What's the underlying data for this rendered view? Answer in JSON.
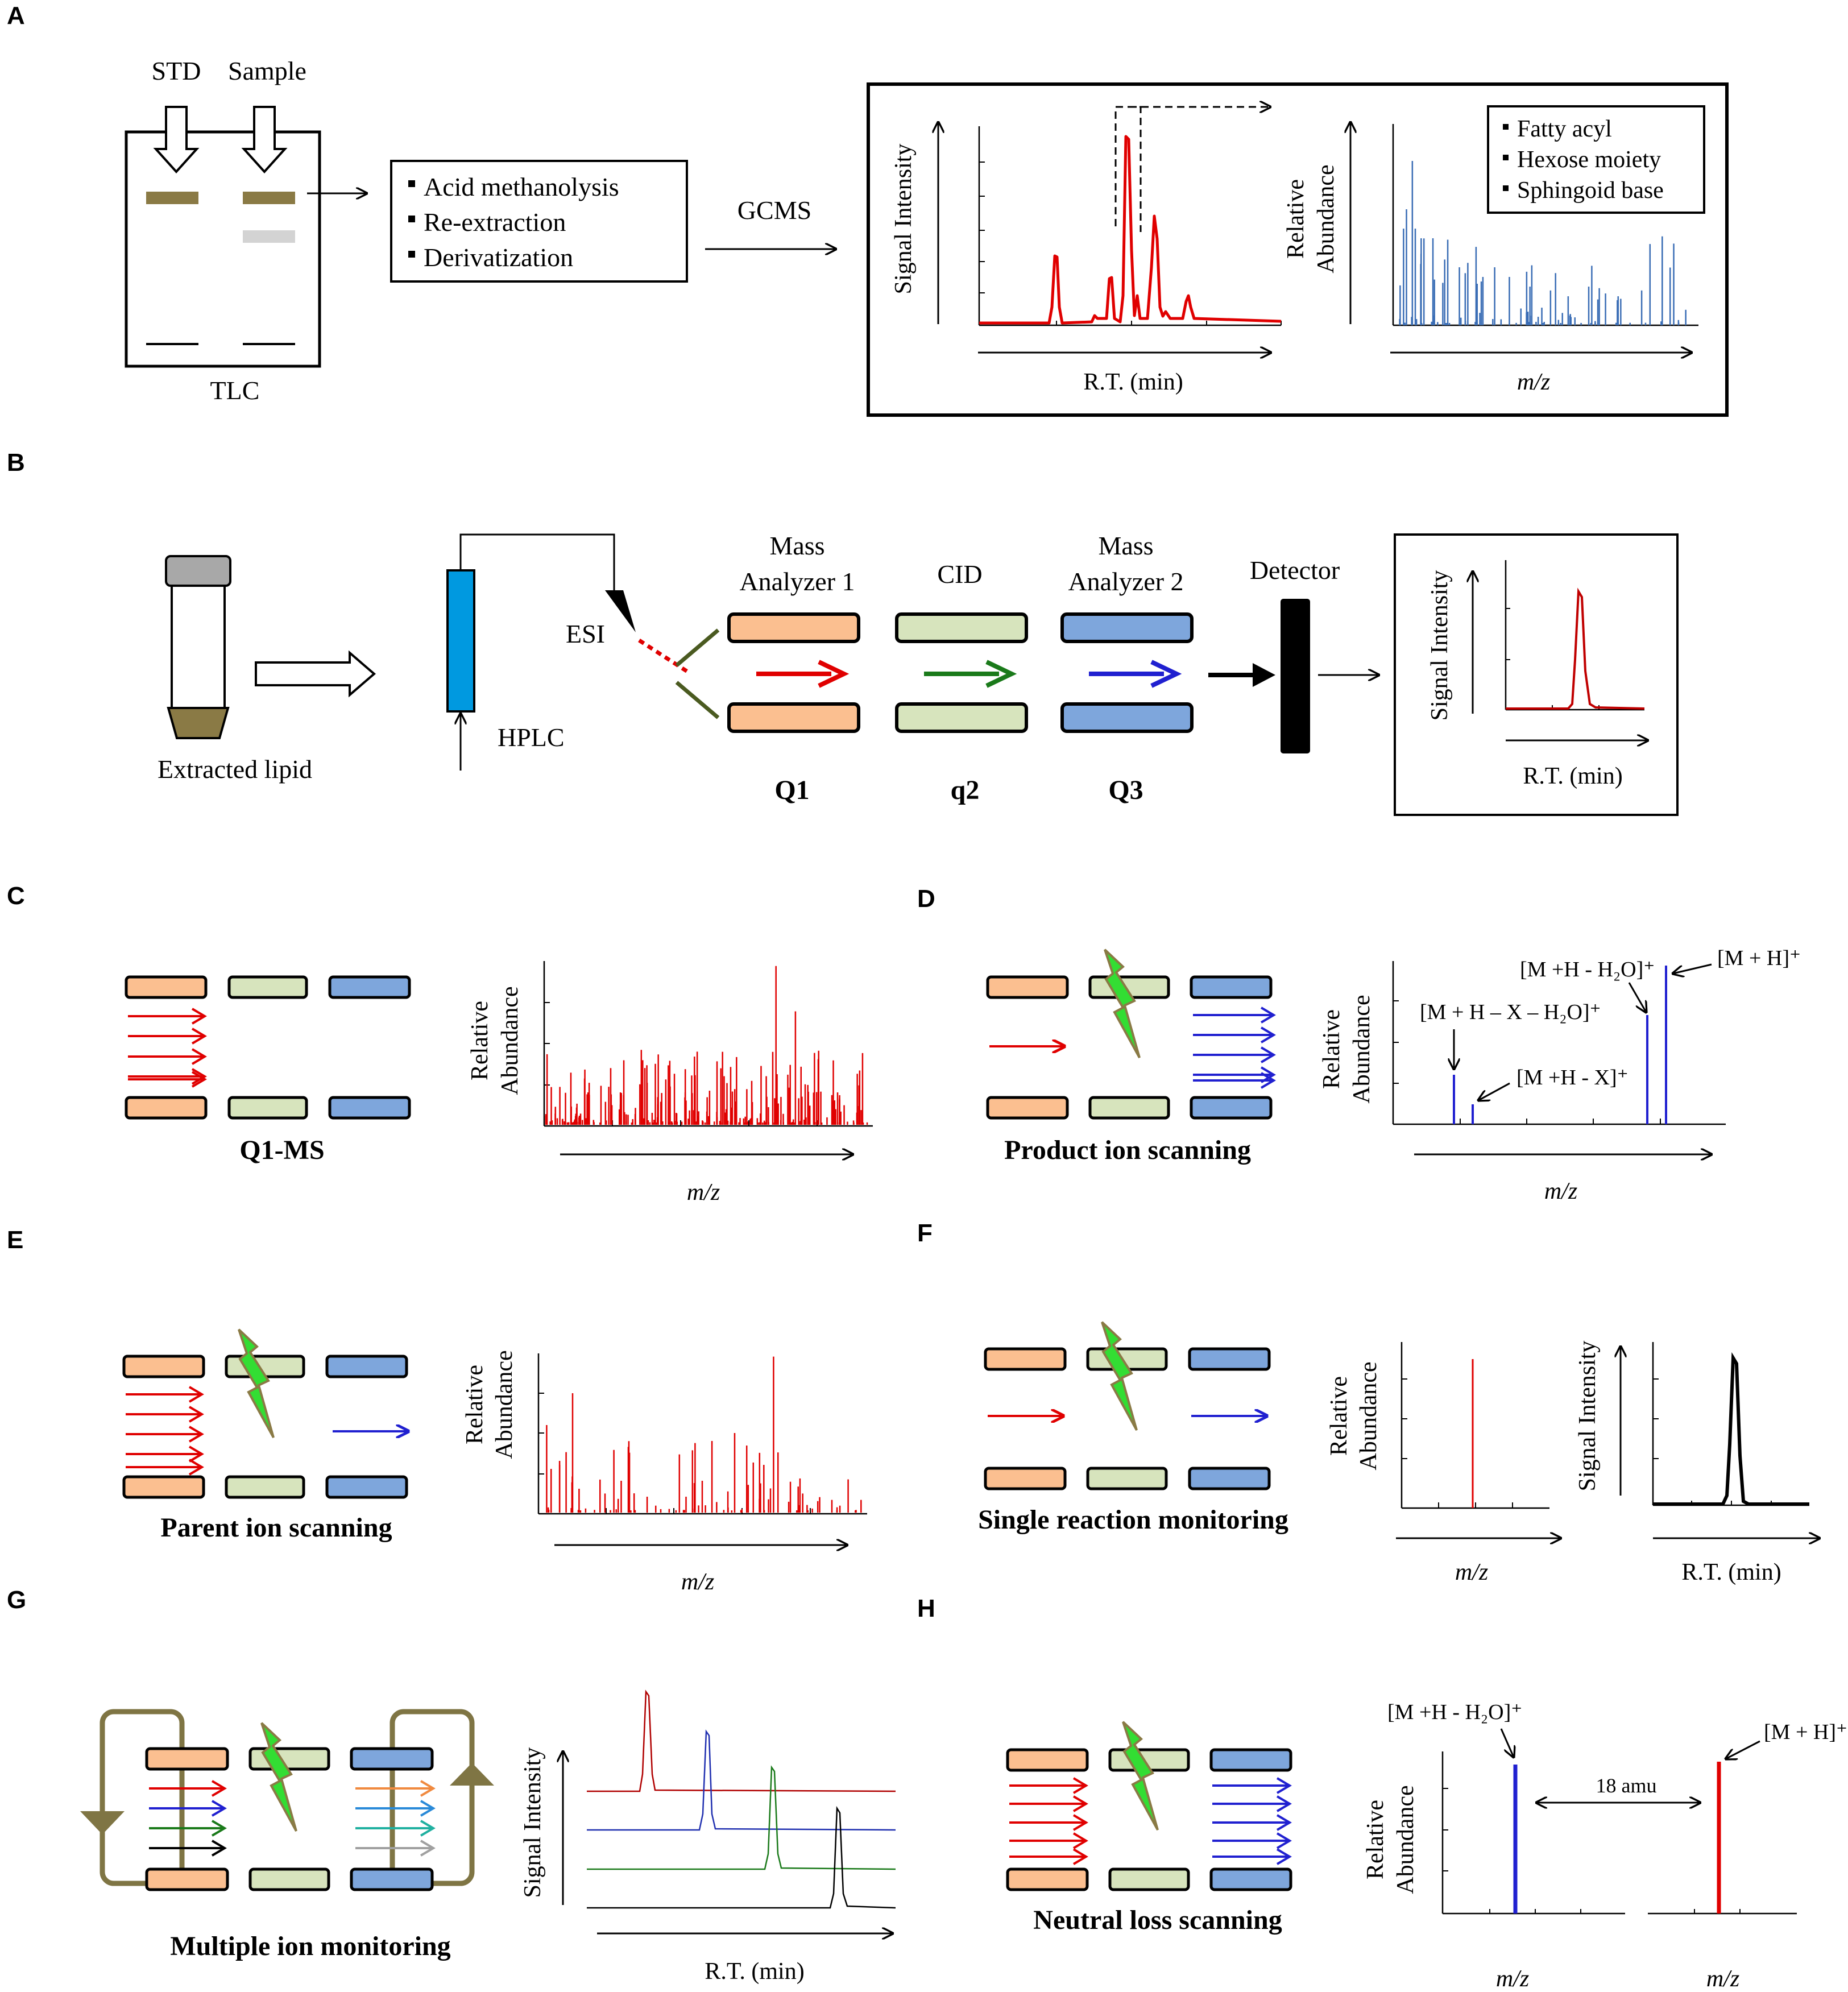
{
  "panels": {
    "A": {
      "letter": "A",
      "std_label": "STD",
      "sample_label": "Sample",
      "tlc_label": "TLC",
      "steps": [
        "Acid methanolysis",
        "Re-extraction",
        "Derivatization"
      ],
      "gcms_label": "GCMS",
      "chrom_ylabel": "Signal Intensity",
      "chrom_xlabel": "R.T. (min)",
      "ms_ylabel_1": "Relative",
      "ms_ylabel_2": "Abundance",
      "ms_xlabel": "m/z",
      "components": [
        "Fatty acyl",
        "Hexose moiety",
        "Sphingoid base"
      ]
    },
    "B": {
      "letter": "B",
      "extracted_label": "Extracted lipid",
      "hplc_label": "HPLC",
      "esi_label": "ESI",
      "ma1_line1": "Mass",
      "ma1_line2": "Analyzer 1",
      "cid_label": "CID",
      "ma2_line1": "Mass",
      "ma2_line2": "Analyzer 2",
      "detector_label": "Detector",
      "q1_label": "Q1",
      "q2_label": "q2",
      "q3_label": "Q3",
      "ylabel": "Signal Intensity",
      "xlabel": "R.T. (min)"
    },
    "C": {
      "letter": "C",
      "mode_label": "Q1-MS",
      "ylabel_1": "Relative",
      "ylabel_2": "Abundance",
      "xlabel": "m/z"
    },
    "D": {
      "letter": "D",
      "mode_label": "Product ion scanning",
      "ylabel_1": "Relative",
      "ylabel_2": "Abundance",
      "xlabel": "m/z",
      "ann_mh": "[M + H]⁺",
      "ann_mh_h2o": "[M +H - H₂O]⁺",
      "ann_mhx_h2o": "[M + H – X – H₂O]⁺",
      "ann_mhx": "[M +H - X]⁺"
    },
    "E": {
      "letter": "E",
      "mode_label": "Parent ion scanning",
      "ylabel_1": "Relative",
      "ylabel_2": "Abundance",
      "xlabel": "m/z"
    },
    "F": {
      "letter": "F",
      "mode_label": "Single reaction monitoring",
      "ylabel_1": "Relative",
      "ylabel_2": "Abundance",
      "xlabel": "m/z",
      "ylabel_chrom": "Signal Intensity",
      "xlabel_chrom": "R.T. (min)"
    },
    "G": {
      "letter": "G",
      "mode_label": "Multiple ion monitoring",
      "ylabel": "Signal Intensity",
      "xlabel": "R.T. (min)"
    },
    "H": {
      "letter": "H",
      "mode_label": "Neutral loss scanning",
      "ylabel_1": "Relative",
      "ylabel_2": "Abundance",
      "ann_mh_h2o": "[M +H - H₂O]⁺",
      "ann_mh": "[M + H]⁺",
      "gap_label": "18 amu",
      "xlabel_1": "m/z",
      "xlabel_2": "m/z"
    }
  },
  "colors": {
    "q1_orange": "#fbbf90",
    "q2_green": "#d7e4bd",
    "q3_blue": "#7ea6dc",
    "tlc_band": "#8a7a45",
    "red": "#e00000",
    "blue": "#2020d0",
    "dark_green": "#1a7a1a",
    "lightning": "#33dd33",
    "spectrum_blue": "#3a6db5",
    "loop_olive": "#7f7544"
  }
}
